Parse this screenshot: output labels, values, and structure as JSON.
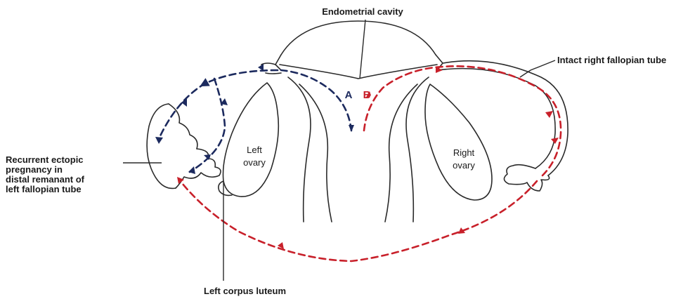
{
  "labels": {
    "endometrial_cavity": "Endometrial cavity",
    "intact_right_tube": "Intact right fallopian tube",
    "recurrent_ectopic": [
      "Recurrent ectopic",
      "pregnancy in",
      "distal remanant of",
      "left fallopian tube"
    ],
    "left_ovary": [
      "Left",
      "ovary"
    ],
    "right_ovary": [
      "Right",
      "ovary"
    ],
    "left_corpus_luteum": "Left corpus luteum",
    "route_a": "A",
    "route_b": "B"
  },
  "colors": {
    "route_a": "#1c2a5e",
    "route_b": "#c8202a",
    "outline": "#2a2a2a"
  }
}
